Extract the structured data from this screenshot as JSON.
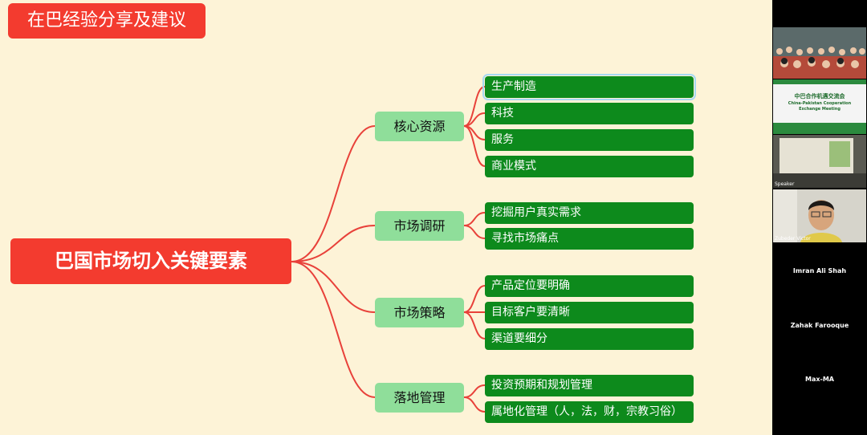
{
  "slide": {
    "title": "在巴经验分享及建议",
    "root": "巴国市场切入关键要素",
    "branches": [
      {
        "label": "核心资源",
        "leaves": [
          "生产制造",
          "科技",
          "服务",
          "商业模式"
        ]
      },
      {
        "label": "市场调研",
        "leaves": [
          "挖掘用户真实需求",
          "寻找市场痛点"
        ]
      },
      {
        "label": "市场策略",
        "leaves": [
          "产品定位要明确",
          "目标客户要清晰",
          "渠道要细分"
        ]
      },
      {
        "label": "落地管理",
        "leaves": [
          "投资预期和规划管理",
          "属地化管理（人，法，财，宗教习俗）"
        ]
      }
    ],
    "colors": {
      "background": "#fdf3d7",
      "root": "#f33b2f",
      "branch": "#8fde9a",
      "leaf": "#0d8a1c",
      "connector": "#e8413a"
    }
  },
  "sidebar": {
    "room_banner": {
      "title": "中巴合作机遇交流会",
      "subtitle_line1": "China-Pakistan Cooperation",
      "subtitle_line2": "Exchange Meeting"
    },
    "tiles": [
      {
        "label": "Speaker"
      },
      {
        "label": "Zubeder Victor"
      }
    ],
    "participants": [
      "Imran Ali Shah",
      "Zahak Farooque",
      "Max-MA"
    ]
  }
}
